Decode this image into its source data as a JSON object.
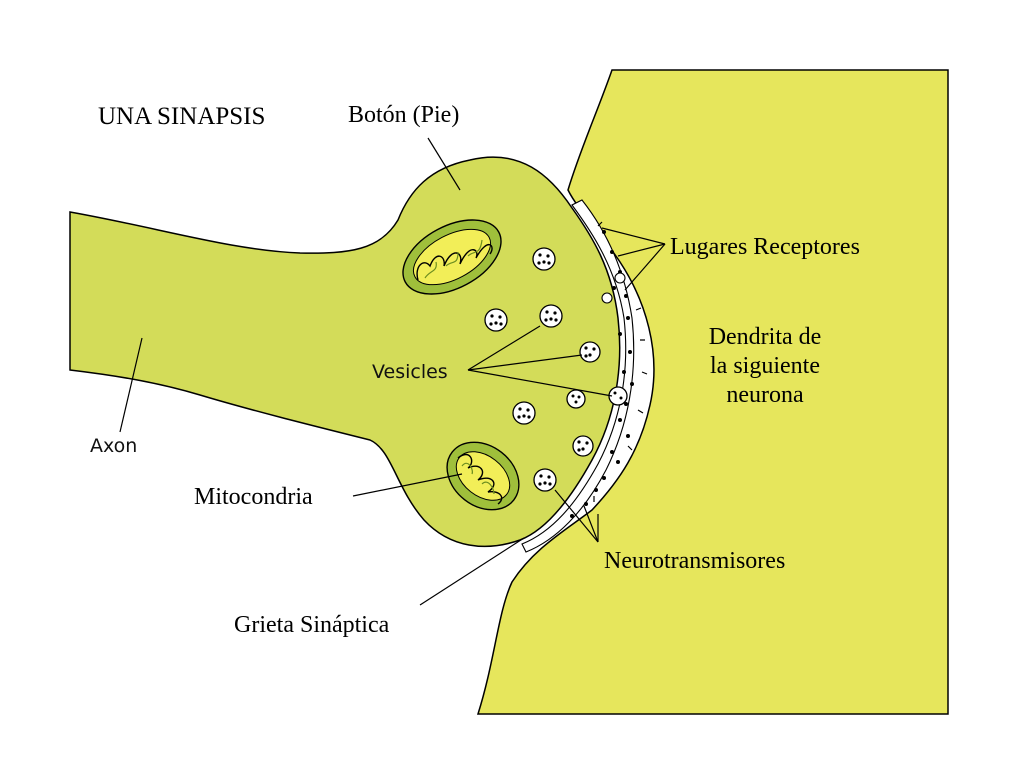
{
  "title": "UNA SINAPSIS",
  "labels": {
    "boton": "Botón (Pie)",
    "lugares": "Lugares Receptores",
    "dendrita_1": "Dendrita de",
    "dendrita_2": "la siguiente",
    "dendrita_3": "neurona",
    "vesicles": "Vesicles",
    "axon": "Axon",
    "mitocondria": "Mitocondria",
    "neurotransmisores": "Neurotransmisores",
    "grieta": "Grieta Sináptica"
  },
  "colors": {
    "cell_fill": "#e6e65c",
    "axon_fill": "#d3dc59",
    "mito_outer": "#9fbf3b",
    "mito_inner": "#f2ee58",
    "outline": "#000000",
    "cleft": "#ffffff"
  }
}
